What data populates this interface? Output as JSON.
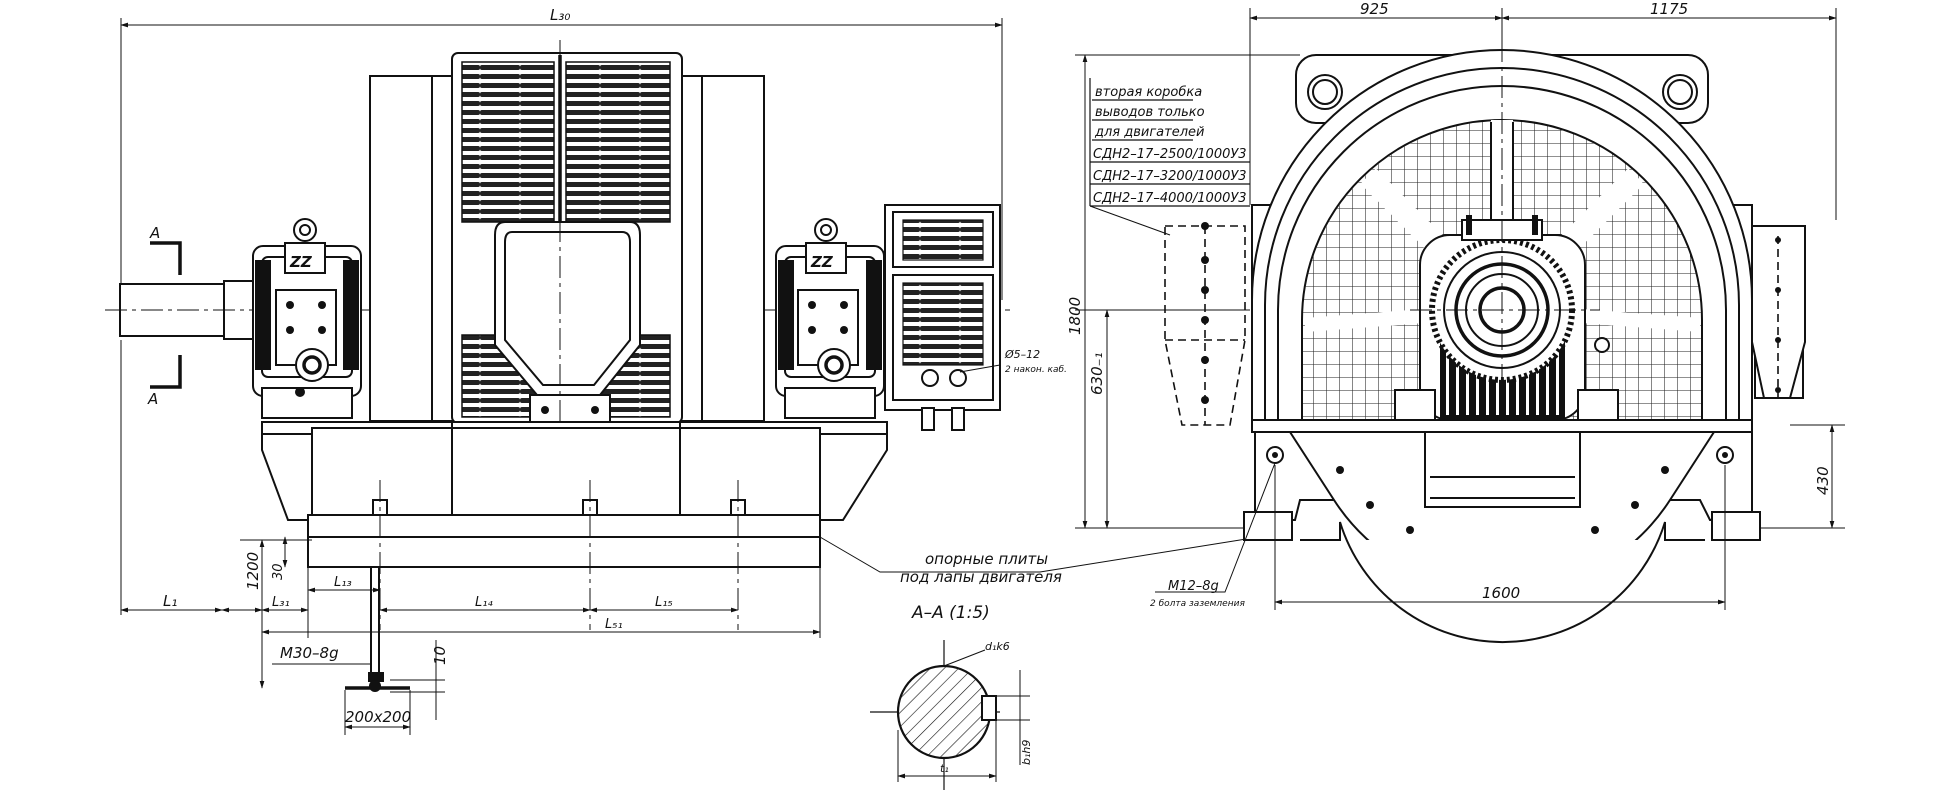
{
  "dims": {
    "l30": "L₃₀",
    "w925": "925",
    "w1175": "1175",
    "h1800": "1800",
    "h630": "630₋₁",
    "h430": "430",
    "w1600": "1600",
    "h1200": "1200",
    "h30": "30",
    "l1": "L₁",
    "l31": "L₃₁",
    "l13": "L₁₃",
    "l14": "L₁₄",
    "l15": "L₁₅",
    "l51": "L₅₁",
    "m30": "M30–8g",
    "ten": "10",
    "plate": "200x200",
    "m12": "M12–8g",
    "m12_sub": "2 болта заземления",
    "d1": "d₁k6",
    "bd": "b₁h9",
    "t1": "t₁"
  },
  "labels": {
    "section_a1": "A",
    "section_a2": "A",
    "section_title": "A–A (1:5)",
    "plates_1": "опорные плиты",
    "plates_2": "под лапы двигателя",
    "cable_1": "Ø5–12",
    "cable_2": "2 након. каб.",
    "note": [
      "вторая коробка",
      "выводов только",
      "для двигателей",
      "СДН2–17–2500/1000У3",
      "СДН2–17–3200/1000У3",
      "СДН2–17–4000/1000У3"
    ]
  }
}
